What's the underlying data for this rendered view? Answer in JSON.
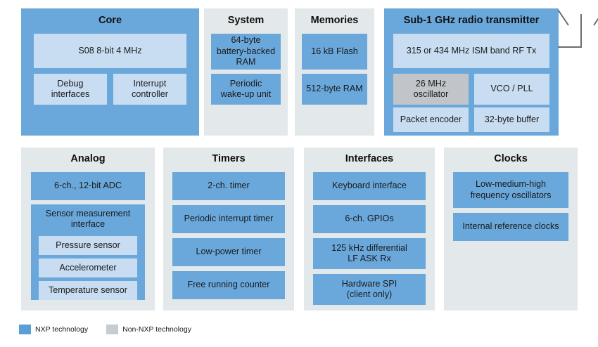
{
  "diagram": {
    "title_hidden": "",
    "colors": {
      "nxp_blue": "#6aa8dc",
      "nxp_blue_light": "#c8ddf1",
      "non_nxp_gray": "#c1c5ca",
      "container_gray": "#e3e8ea",
      "legend_blue": "#5a9fd8",
      "legend_gray": "#c7ccd1",
      "antenna_line": "#6d6d6d",
      "page_background": "#ffffff"
    },
    "top_row": [
      {
        "title": "Core",
        "shell": "blue",
        "items": [
          {
            "label": "S08 8-bit 4 MHz",
            "style": "light"
          },
          {
            "label": "Debug\ninterfaces",
            "style": "light"
          },
          {
            "label": "Interrupt\ncontroller",
            "style": "light"
          }
        ]
      },
      {
        "title": "System",
        "shell": "gray",
        "items": [
          {
            "label": "64-byte\nbattery-backed\nRAM",
            "style": "blue"
          },
          {
            "label": "Periodic\nwake-up unit",
            "style": "blue"
          }
        ]
      },
      {
        "title": "Memories",
        "shell": "gray",
        "items": [
          {
            "label": "16 kB Flash",
            "style": "blue"
          },
          {
            "label": "512-byte RAM",
            "style": "blue"
          }
        ]
      },
      {
        "title": "Sub-1 GHz radio transmitter",
        "shell": "blue",
        "items": [
          {
            "label": "315 or 434 MHz ISM band RF Tx",
            "style": "light"
          },
          {
            "label": "26 MHz\noscillator",
            "style": "gray"
          },
          {
            "label": "VCO / PLL",
            "style": "light"
          },
          {
            "label": "Packet encoder",
            "style": "light"
          },
          {
            "label": "32-byte buffer",
            "style": "light"
          }
        ]
      }
    ],
    "bottom_row": [
      {
        "title": "Analog",
        "shell": "gray",
        "items": [
          {
            "label": "6-ch., 12-bit ADC",
            "style": "blue"
          },
          {
            "label": "Sensor measurement\ninterface",
            "style": "blue"
          },
          {
            "label": "Pressure sensor",
            "style": "light"
          },
          {
            "label": "Accelerometer",
            "style": "light"
          },
          {
            "label": "Temperature sensor",
            "style": "light"
          }
        ]
      },
      {
        "title": "Timers",
        "shell": "gray",
        "items": [
          {
            "label": "2-ch. timer",
            "style": "blue"
          },
          {
            "label": "Periodic interrupt timer",
            "style": "blue"
          },
          {
            "label": "Low-power timer",
            "style": "blue"
          },
          {
            "label": "Free running counter",
            "style": "blue"
          }
        ]
      },
      {
        "title": "Interfaces",
        "shell": "gray",
        "items": [
          {
            "label": "Keyboard interface",
            "style": "blue"
          },
          {
            "label": "6-ch. GPIOs",
            "style": "blue"
          },
          {
            "label": "125 kHz differential\nLF ASK Rx",
            "style": "blue"
          },
          {
            "label": "Hardware SPI\n(client only)",
            "style": "blue"
          }
        ]
      },
      {
        "title": "Clocks",
        "shell": "gray",
        "items": [
          {
            "label": "Low-medium-high\nfrequency oscillators",
            "style": "blue"
          },
          {
            "label": "Internal reference clocks",
            "style": "blue"
          }
        ]
      }
    ],
    "antenna": {
      "name": "antenna-symbol"
    },
    "legend": [
      {
        "label": "NXP technology",
        "color_key": "legend_blue"
      },
      {
        "label": "Non-NXP technology",
        "color_key": "legend_gray"
      }
    ]
  }
}
